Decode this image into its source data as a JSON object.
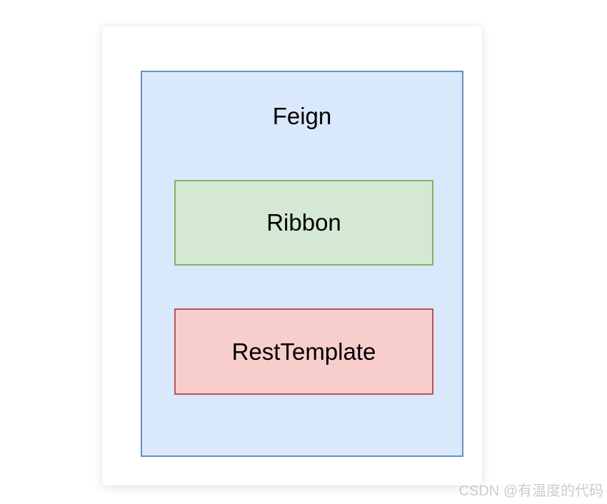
{
  "diagram": {
    "container": {
      "label": "Feign",
      "fill": "#dae8fc",
      "stroke": "#6c8ebf"
    },
    "children": [
      {
        "label": "Ribbon",
        "fill": "#d5e8d4",
        "stroke": "#82b366"
      },
      {
        "label": "RestTemplate",
        "fill": "#f8cecc",
        "stroke": "#b85450"
      }
    ],
    "text_color": "#000000"
  },
  "watermark": {
    "text": "CSDN @有温度的代码",
    "color": "#cccccc"
  }
}
